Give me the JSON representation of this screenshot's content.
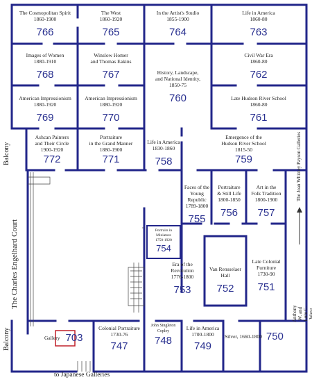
{
  "rooms": [
    {
      "id": "r766",
      "name": "The Cosmopolitan Spirit\n1860-1900",
      "number": "766"
    },
    {
      "id": "r765",
      "name": "The West\n1860-1920",
      "number": "765"
    },
    {
      "id": "r764",
      "name": "In the Artist's Studio\n1855-1900",
      "number": "764"
    },
    {
      "id": "r763",
      "name": "Life in America\n1860-80",
      "number": "763"
    },
    {
      "id": "r768",
      "name": "Images of Women\n1880-1910",
      "number": "768"
    },
    {
      "id": "r767",
      "name": "Winslow Homer\nand Thomas Eakins",
      "number": "767"
    },
    {
      "id": "r760",
      "name": "History, Landscape,\nand National Identity,\n1850-75",
      "number": "760"
    },
    {
      "id": "r762",
      "name": "Civil War Era\n1860-80",
      "number": "762"
    },
    {
      "id": "r769",
      "name": "American Impressionism\n1880-1920",
      "number": "769"
    },
    {
      "id": "r770",
      "name": "American Impressionism\n1880-1920",
      "number": "770"
    },
    {
      "id": "r761",
      "name": "Late Hudson River School\n1860-80",
      "number": "761"
    },
    {
      "id": "r772",
      "name": "Ashcan Painters\nand Their Circle\n1900-1920",
      "number": "772"
    },
    {
      "id": "r771",
      "name": "Portraiture\nin the Grand Manner\n1880-1900",
      "number": "771"
    },
    {
      "id": "r758",
      "name": "Life in America\n1830-1860",
      "number": "758"
    },
    {
      "id": "r759",
      "name": "Emergence of the\nHudson River School\n1815-50",
      "number": "759"
    },
    {
      "id": "r755",
      "name": "Faces of the\nYoung Republic\n1789-1800",
      "number": "755"
    },
    {
      "id": "r756",
      "name": "Portraiture\n& Still Life\n1800-1850",
      "number": "756"
    },
    {
      "id": "r757",
      "name": "Art in the\nFolk Tradition\n1800-1900",
      "number": "757"
    },
    {
      "id": "r754",
      "name": "Portraits in\nMiniature\n1750-1920",
      "number": "754"
    },
    {
      "id": "r753",
      "name": "Era of the\nRevolution\n1776-1800",
      "number": "753"
    },
    {
      "id": "r752",
      "name": "Van Rensselaer\nHall",
      "number": "752"
    },
    {
      "id": "r751",
      "name": "Late Colonial\nFurniture\n1730-90",
      "number": "751"
    },
    {
      "id": "r703",
      "name": "Gallery",
      "number": "703"
    },
    {
      "id": "r747",
      "name": "Colonial Portraiture\n1730-76",
      "number": "747"
    },
    {
      "id": "r748",
      "name": "John Singleton\nCopley",
      "number": "748"
    },
    {
      "id": "r749",
      "name": "Life in America\n1700-1800",
      "number": "749"
    },
    {
      "id": "r750",
      "name": "Silver, 1660-1800",
      "number": "750"
    }
  ],
  "labels": {
    "balcony_top": "Balcony",
    "balcony_bottom": "Balcony",
    "court": "The Charles Engelhard Court",
    "payson": "The Joan Whitney Payson Galleries",
    "wang": "Anthony W. and Lulu C. Wang\nGalleries of Eighteenth-Century\nAmerican Art",
    "japanese": "to Japanese Galleries"
  },
  "colors": {
    "walls": "#22268a",
    "numbers": "#2a3190",
    "marker": "#c0202a"
  }
}
